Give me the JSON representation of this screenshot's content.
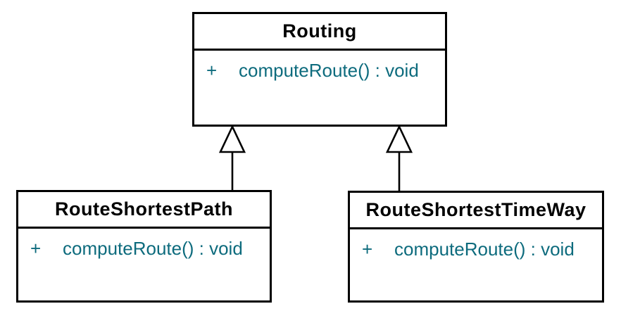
{
  "diagram": {
    "kind": "uml-class-diagram",
    "background_color": "#ffffff",
    "line_color": "#000000",
    "class_name_color": "#000000",
    "method_text_color": "#0d6b7d",
    "classes": [
      {
        "id": "routing",
        "name": "Routing",
        "attributes": [],
        "methods": [
          {
            "visibility": "+",
            "signature": "computeRoute() : void"
          }
        ]
      },
      {
        "id": "route-shortest-path",
        "name": "RouteShortestPath",
        "attributes": [],
        "methods": [
          {
            "visibility": "+",
            "signature": "computeRoute() : void"
          }
        ]
      },
      {
        "id": "route-shortest-time-way",
        "name": "RouteShortestTimeWay",
        "attributes": [],
        "methods": [
          {
            "visibility": "+",
            "signature": "computeRoute() : void"
          }
        ]
      }
    ],
    "relationships": [
      {
        "type": "generalization",
        "from": "RouteShortestPath",
        "to": "Routing",
        "arrow": "hollow-triangle"
      },
      {
        "type": "generalization",
        "from": "RouteShortestTimeWay",
        "to": "Routing",
        "arrow": "hollow-triangle"
      }
    ]
  }
}
